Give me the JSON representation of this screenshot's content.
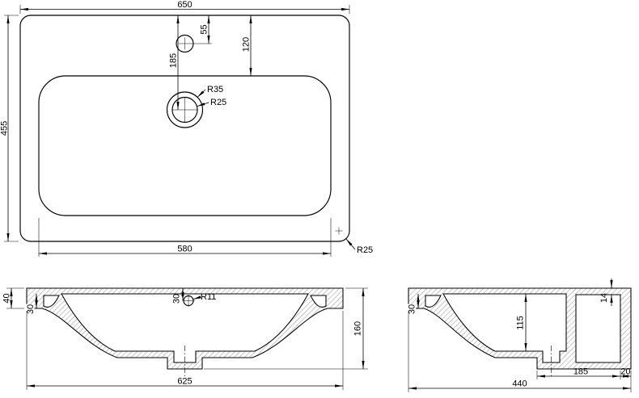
{
  "drawing": {
    "type": "technical-drawing",
    "subject": "washbasin",
    "views": {
      "top": {
        "dim_width": "650",
        "dim_height": "455",
        "dim_hole_offset": "55",
        "dim_drain_offset": "185",
        "dim_basin_offset": "120",
        "radius_drain_outer": "R35",
        "radius_drain_inner": "R25",
        "dim_basin_width": "580",
        "radius_corner": "R25"
      },
      "front": {
        "dim_rim_depth": "40",
        "dim_rim_width": "30",
        "dim_overflow": "30",
        "radius_overflow": "R11",
        "dim_height": "160",
        "dim_width": "625"
      },
      "side": {
        "dim_rim_width": "30",
        "dim_bowl_depth": "115",
        "dim_flange": "14",
        "dim_drain_to_back": "185",
        "dim_wall": "20",
        "dim_width": "440"
      }
    }
  }
}
